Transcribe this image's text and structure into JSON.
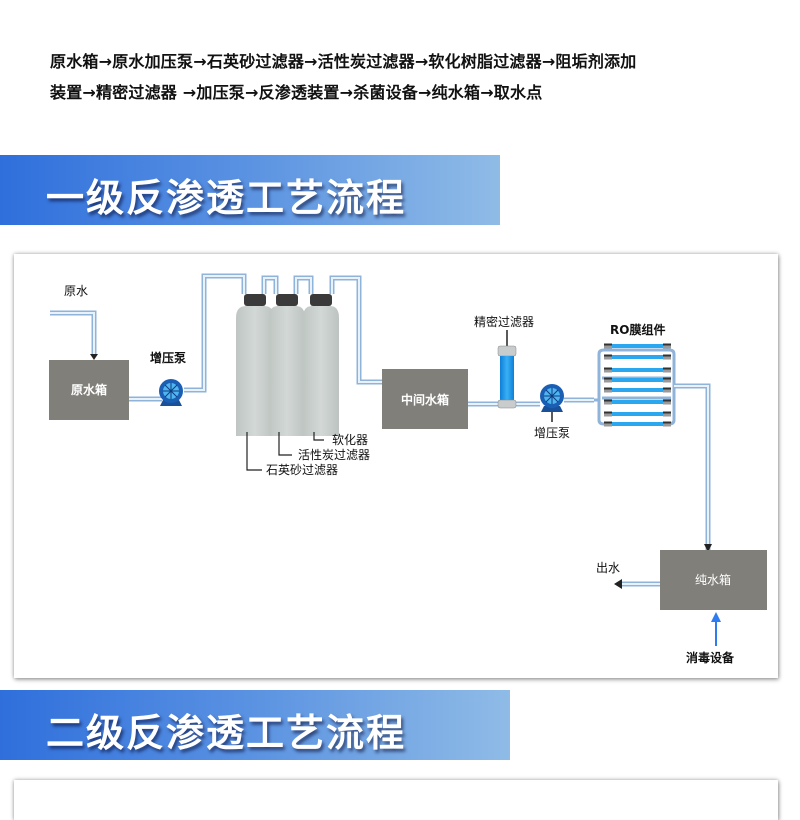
{
  "intro": {
    "line1": "原水箱→原水加压泵→石英砂过滤器→活性炭过滤器→软化树脂过滤器→阻垢剂添加",
    "line2": "装置→精密过滤器 →加压泵→反渗透装置→杀菌设备→纯水箱→取水点"
  },
  "sections": [
    {
      "title": "一级反渗透工艺流程"
    },
    {
      "title": "二级反渗透工艺流程"
    }
  ],
  "diagram": {
    "raw_water_label": "原水",
    "raw_tank_label": "原水箱",
    "pump1_label": "增压泵",
    "softener_label": "软化器",
    "carbon_filter_label": "活性炭过滤器",
    "sand_filter_label": "石英砂过滤器",
    "middle_tank_label": "中间水箱",
    "precision_filter_label": "精密过滤器",
    "pump2_label": "增压泵",
    "ro_module_label": "RO膜组件",
    "pure_tank_label": "纯水箱",
    "outlet_label": "出水",
    "disinfection_label": "消毒设备"
  },
  "colors": {
    "banner_start": "#2f6fdc",
    "banner_end": "#8fbbe6",
    "pipe": "#8fb3d9",
    "tank": "#807f7a",
    "filter_body": "#c9cfcc",
    "filter_cap": "#3a3a3a",
    "pump": "#1a5fb4",
    "membrane": "#2aa7ee",
    "disinfect_arrow": "#2d7cf0"
  }
}
